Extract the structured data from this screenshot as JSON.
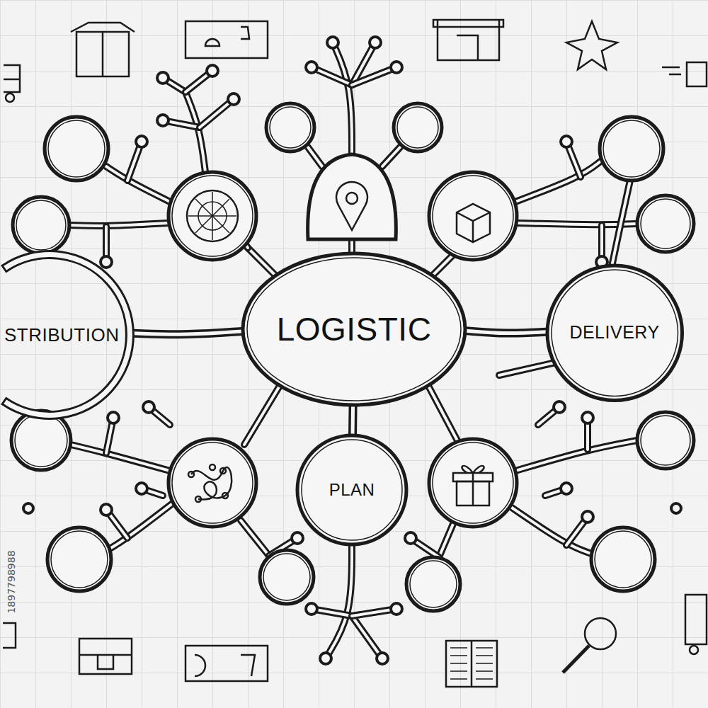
{
  "diagram": {
    "nodes": [
      {
        "text": [
          "LOGISTIC"
        ]
      },
      {
        "text": [
          "STRIBUTION"
        ]
      },
      {
        "text": [
          "DELIVERY"
        ]
      },
      {
        "text": [
          "PLAN"
        ]
      }
    ],
    "edges": [
      {
        "from": 0,
        "to": 1,
        "arrow": "none"
      },
      {
        "from": 0,
        "to": 2,
        "arrow": "none"
      },
      {
        "from": 0,
        "to": 3,
        "arrow": "none"
      }
    ],
    "labels": [
      "1897798988"
    ]
  }
}
